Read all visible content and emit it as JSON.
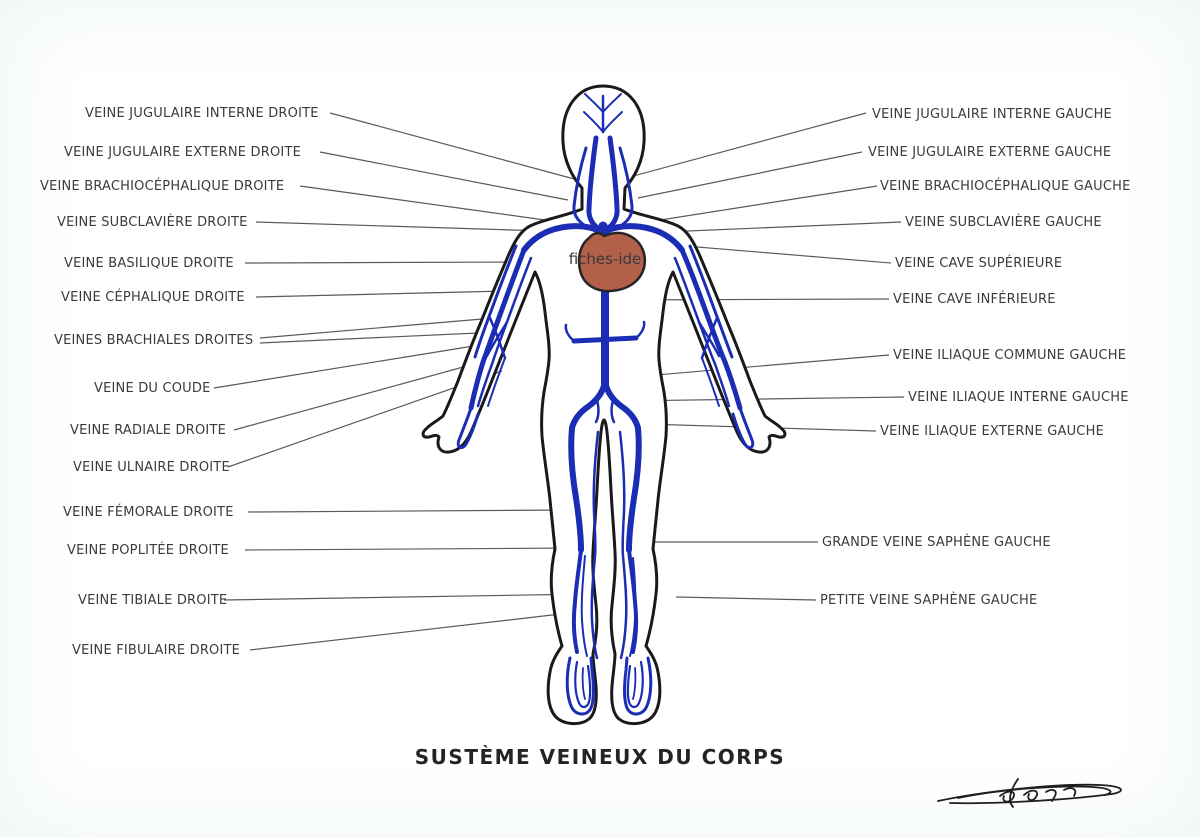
{
  "title": "SUSTÈME VEINEUX DU CORPS",
  "watermark": "fiches-ide",
  "labels_left": [
    {
      "text": "VEINE JUGULAIRE INTERNE DROITE"
    },
    {
      "text": "VEINE JUGULAIRE EXTERNE DROITE"
    },
    {
      "text": "VEINE BRACHIOCÉPHALIQUE DROITE"
    },
    {
      "text": "VEINE SUBCLAVIÈRE DROITE"
    },
    {
      "text": "VEINE BASILIQUE DROITE"
    },
    {
      "text": "VEINE CÉPHALIQUE DROITE"
    },
    {
      "text": "VEINES BRACHIALES DROITES"
    },
    {
      "text": "VEINE DU COUDE"
    },
    {
      "text": "VEINE RADIALE DROITE"
    },
    {
      "text": "VEINE ULNAIRE DROITE"
    },
    {
      "text": "VEINE FÉMORALE DROITE"
    },
    {
      "text": "VEINE POPLITÉE DROITE"
    },
    {
      "text": "VEINE TIBIALE DROITE"
    },
    {
      "text": "VEINE FIBULAIRE DROITE"
    }
  ],
  "labels_right": [
    {
      "text": "VEINE JUGULAIRE INTERNE GAUCHE"
    },
    {
      "text": "VEINE JUGULAIRE EXTERNE GAUCHE"
    },
    {
      "text": "VEINE BRACHIOCÉPHALIQUE GAUCHE"
    },
    {
      "text": "VEINE SUBCLAVIÈRE GAUCHE"
    },
    {
      "text": "VEINE CAVE SUPÉRIEURE"
    },
    {
      "text": "VEINE CAVE INFÉRIEURE"
    },
    {
      "text": "VEINE ILIAQUE COMMUNE GAUCHE"
    },
    {
      "text": "VEINE ILIAQUE INTERNE GAUCHE"
    },
    {
      "text": "VEINE ILIAQUE EXTERNE GAUCHE"
    },
    {
      "text": "GRANDE VEINE SAPHÈNE GAUCHE"
    },
    {
      "text": "PETITE VEINE SAPHÈNE GAUCHE"
    }
  ],
  "colors": {
    "vein": "#1b2db4",
    "heart": "#b3604a",
    "outline": "#1a1a1a",
    "leader_line": "#5a5a5a",
    "label_text": "#3b3b3b"
  }
}
